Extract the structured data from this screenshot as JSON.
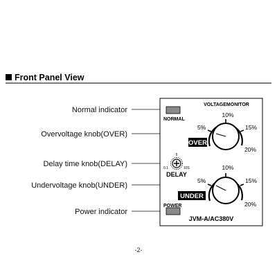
{
  "header": {
    "title": "Front Panel View",
    "marker_icon": "square-bullet"
  },
  "callouts": {
    "normal": "Normal indicator",
    "over": "Overvoltage knob(OVER)",
    "delay": "Delay time knob(DELAY)",
    "under": "Undervoltage knob(UNDER)",
    "power": "Power indicator"
  },
  "panel": {
    "brand": "VOLTAGEMONITOR",
    "normal_label": "NORMAL",
    "power_label": "POWER",
    "model": "JVM-A/AC380V",
    "over_knob": {
      "tag": "OVER",
      "scale": {
        "min": "5%",
        "mid": "10%",
        "high": "15%",
        "max": "20%"
      }
    },
    "delay_knob": {
      "label": "DELAY",
      "scale": {
        "min": "0.1",
        "mid": "5",
        "max": "10S"
      }
    },
    "under_knob": {
      "tag": "UNDER",
      "scale": {
        "min": "5%",
        "mid": "10%",
        "high": "15%",
        "max": "20%"
      }
    }
  },
  "footer": {
    "page_number": "-2-"
  },
  "colors": {
    "ink": "#111111",
    "indicator_fill": "#8a8a8a",
    "tag_background": "#000000"
  }
}
